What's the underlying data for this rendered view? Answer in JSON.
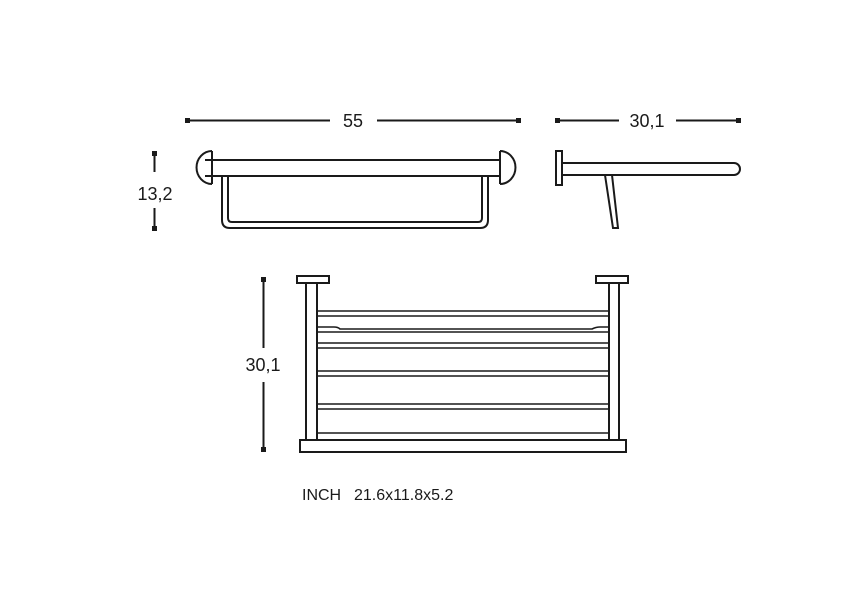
{
  "dimensions": {
    "top_width": "55",
    "side_depth": "30,1",
    "front_height": "13,2",
    "plan_depth": "30,1"
  },
  "note": {
    "unit_label": "INCH",
    "inch_values": "21.6x11.8x5.2"
  }
}
